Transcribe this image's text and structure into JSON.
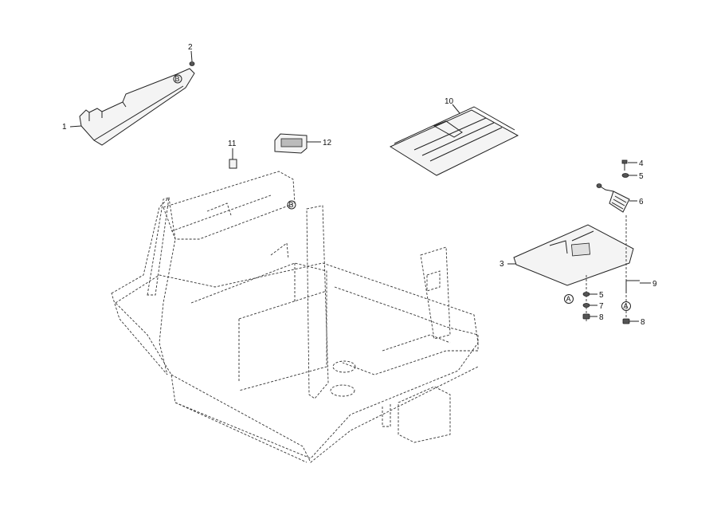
{
  "callouts": {
    "c1": "1",
    "c2": "2",
    "c3": "3",
    "c4": "4",
    "c5a": "5",
    "c5b": "5",
    "c6": "6",
    "c7": "7",
    "c8a": "8",
    "c8b": "8",
    "c9": "9",
    "c10": "10",
    "c11": "11",
    "c12": "12"
  },
  "refs": {
    "a1": "A",
    "a2": "A",
    "b1": "B",
    "b2": "B"
  }
}
